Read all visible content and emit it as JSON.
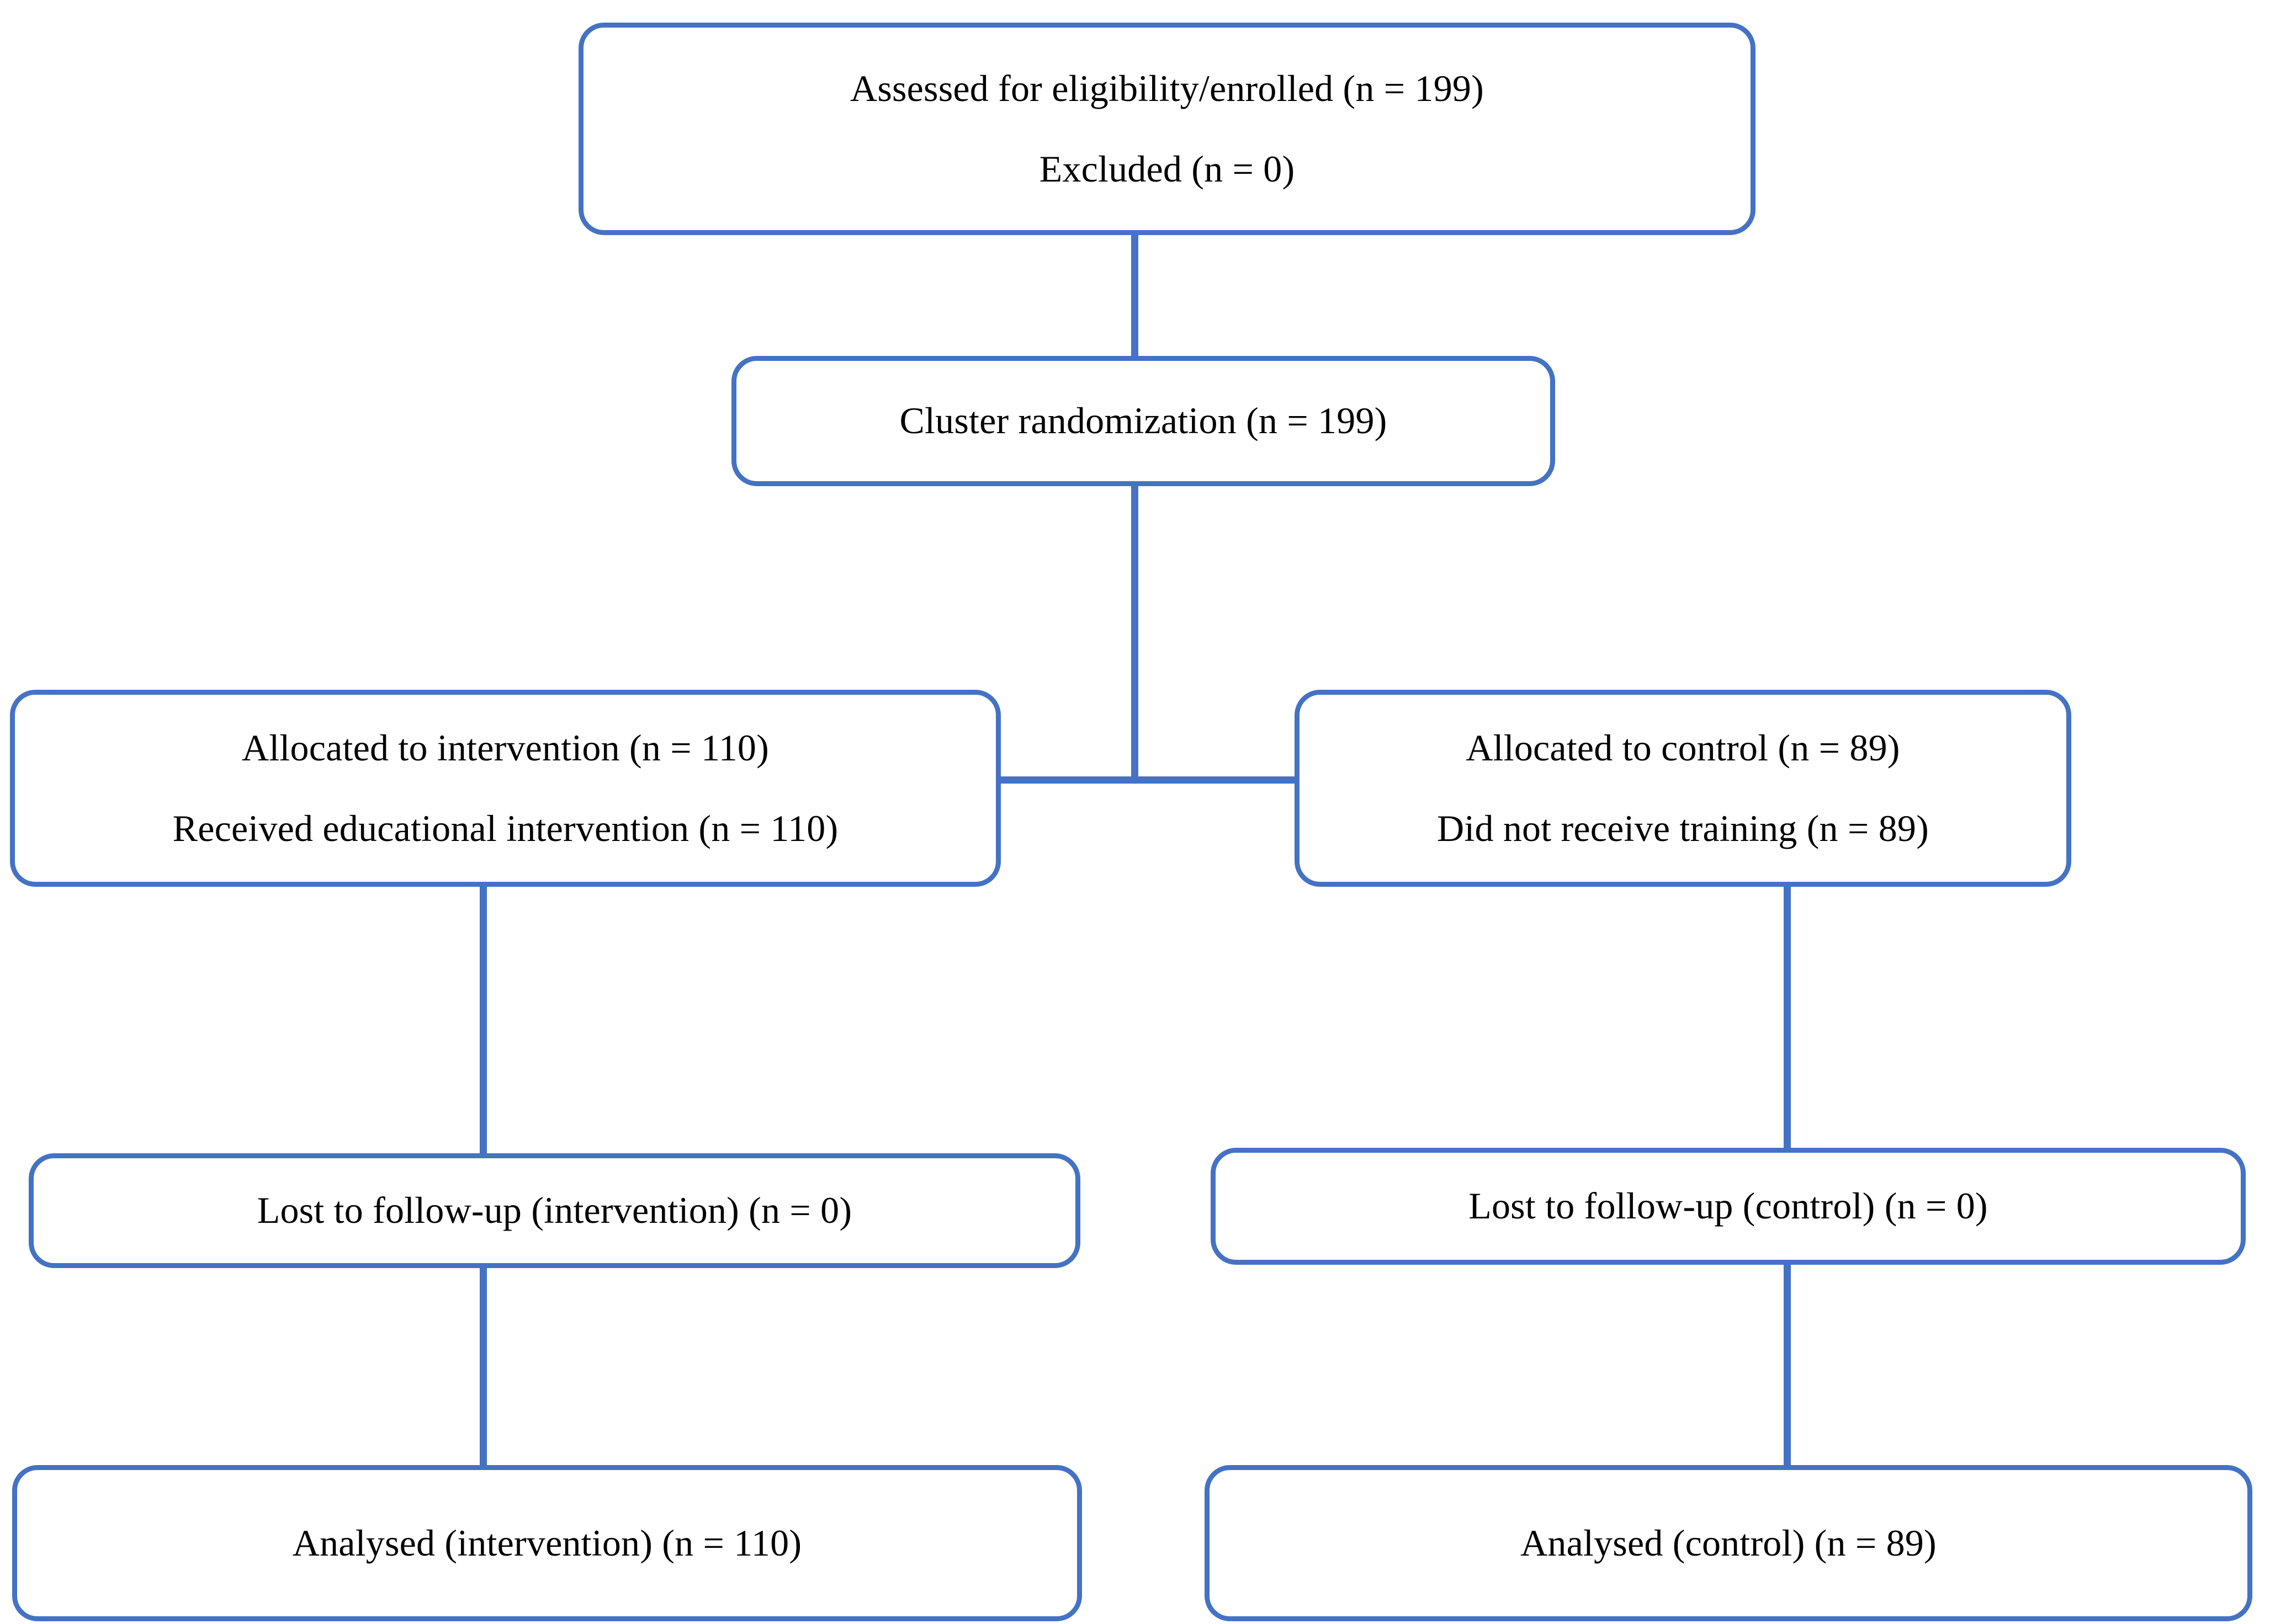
{
  "diagram": {
    "type": "consort-flow-diagram",
    "accent_color": "#4472C4",
    "text_color": "#000000",
    "background_color": "#FFFFFF",
    "nodes": {
      "enrollment": {
        "line1": "Assessed for eligibility/enrolled (n = 199)",
        "line2": "Excluded (n = 0)"
      },
      "randomization": {
        "line1": "Cluster randomization (n = 199)"
      },
      "allocated_intervention": {
        "line1": "Allocated to intervention (n = 110)",
        "line2": "Received educational intervention (n = 110)"
      },
      "allocated_control": {
        "line1": "Allocated to control (n = 89)",
        "line2": "Did not receive training (n = 89)"
      },
      "lost_intervention": {
        "line1": "Lost to follow-up (intervention) (n = 0)"
      },
      "lost_control": {
        "line1": "Lost to follow-up (control) (n = 0)"
      },
      "analysed_intervention": {
        "line1": "Analysed (intervention) (n = 110)"
      },
      "analysed_control": {
        "line1": "Analysed (control) (n = 89)"
      }
    }
  },
  "chart_data": {
    "type": "diagram",
    "title": "CONSORT participant flow diagram",
    "nodes": [
      {
        "id": "enrollment",
        "stage": "Enrollment",
        "labels": [
          "Assessed for eligibility/enrolled (n = 199)",
          "Excluded (n = 0)"
        ],
        "n_assessed": 199,
        "n_excluded": 0
      },
      {
        "id": "randomization",
        "stage": "Randomization",
        "labels": [
          "Cluster randomization (n = 199)"
        ],
        "n": 199
      },
      {
        "id": "allocated_intervention",
        "stage": "Allocation",
        "arm": "intervention",
        "labels": [
          "Allocated to intervention (n = 110)",
          "Received educational intervention (n = 110)"
        ],
        "n_allocated": 110,
        "n_received": 110
      },
      {
        "id": "allocated_control",
        "stage": "Allocation",
        "arm": "control",
        "labels": [
          "Allocated to control (n = 89)",
          "Did not receive training (n = 89)"
        ],
        "n_allocated": 89,
        "n_not_received": 89
      },
      {
        "id": "lost_intervention",
        "stage": "Follow-Up",
        "arm": "intervention",
        "labels": [
          "Lost to follow-up (intervention) (n = 0)"
        ],
        "n_lost": 0
      },
      {
        "id": "lost_control",
        "stage": "Follow-Up",
        "arm": "control",
        "labels": [
          "Lost to follow-up (control) (n = 0)"
        ],
        "n_lost": 0
      },
      {
        "id": "analysed_intervention",
        "stage": "Analysis",
        "arm": "intervention",
        "labels": [
          "Analysed (intervention) (n = 110)"
        ],
        "n_analysed": 110
      },
      {
        "id": "analysed_control",
        "stage": "Analysis",
        "arm": "control",
        "labels": [
          "Analysed (control) (n = 89)"
        ],
        "n_analysed": 89
      }
    ],
    "edges": [
      {
        "from": "enrollment",
        "to": "randomization"
      },
      {
        "from": "randomization",
        "to": "allocated_intervention"
      },
      {
        "from": "randomization",
        "to": "allocated_control"
      },
      {
        "from": "allocated_intervention",
        "to": "lost_intervention"
      },
      {
        "from": "allocated_control",
        "to": "lost_control"
      },
      {
        "from": "lost_intervention",
        "to": "analysed_intervention"
      },
      {
        "from": "lost_control",
        "to": "analysed_control"
      }
    ]
  }
}
